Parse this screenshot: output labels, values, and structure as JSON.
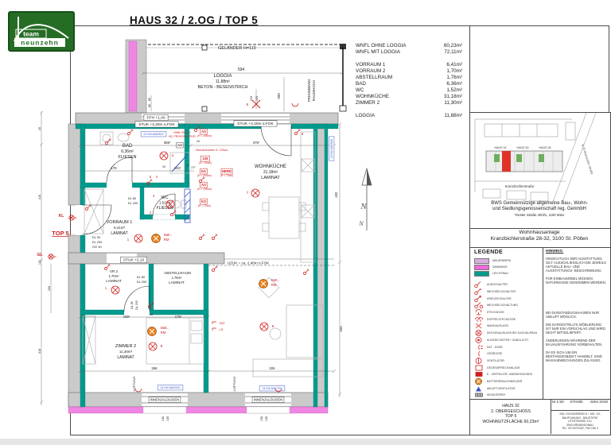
{
  "logo": {
    "team": "team",
    "neunzehn": "neunzehn"
  },
  "title": "HAUS 32 / 2.OG / TOP 5",
  "room_list": {
    "rows": [
      {
        "label": "WNFL OHNE LOGGIA",
        "value": "60,23m²"
      },
      {
        "label": "WNFL MIT LOGGIA",
        "value": "72,11m²",
        "gap_after": true
      },
      {
        "label": "VORRAUM 1",
        "value": "6,41m²"
      },
      {
        "label": "VORRAUM 2",
        "value": "1,70m²"
      },
      {
        "label": "ABSTELLRAUM",
        "value": "1,76m²"
      },
      {
        "label": "BAD",
        "value": "6,36m²"
      },
      {
        "label": "WC",
        "value": "1,52m²"
      },
      {
        "label": "WOHNKÜCHE",
        "value": "31,18m²"
      },
      {
        "label": "ZIMMER 2",
        "value": "11,30m²",
        "gap_after": true
      },
      {
        "label": "LOGGIA",
        "value": "11,88m²"
      }
    ]
  },
  "site": {
    "haus_labels": [
      "HAUS 32",
      "HAUS 30",
      "HAUS 28"
    ],
    "street": "Kranzbichlerstraße",
    "road": "B 20 Mariazeller Straße",
    "company": [
      "BWS Gemeinnützige allgemeine Bau-, Wohn-",
      "und Siedlungsgenossenschaft reg. GenmbH",
      "Triester Straße 40/3/1, 1100 Wien"
    ],
    "project": [
      "Wohnhausanlage",
      "Kranzbichlerstraße 28-32, 3100 St. Pölten"
    ]
  },
  "legend": {
    "heading": "LEGENDE",
    "swatches": [
      {
        "label": "MAUERWERK",
        "color": "#d9aee0"
      },
      {
        "label": "DÄMMUNG",
        "color": "#ef6bdc"
      },
      {
        "label": "LEICHTBAU",
        "color": "#009b8e"
      }
    ],
    "symbols": [
      {
        "icon": "switch-icon",
        "label": "AUSSCHALTER"
      },
      {
        "icon": "changeover-switch-icon",
        "label": "WECHSELSCHALTER"
      },
      {
        "icon": "cross-switch-icon",
        "label": "KREUZSCHALTER"
      },
      {
        "icon": "two-way-switch-icon",
        "label": "WECHSELSCHALTUNG"
      },
      {
        "icon": "socket-icon",
        "label": "STECKDOSE"
      },
      {
        "icon": "double-socket-icon",
        "label": "DOPPELSTECKDOSE"
      },
      {
        "icon": "wall-outlet-icon",
        "label": "WANDAUSLASS"
      },
      {
        "icon": "ceiling-outlet-icon",
        "label": "DECKENAUSLASS BEI DACHAUFBAU"
      },
      {
        "icon": "bell-icon",
        "label": "KLINGELTASTER / GANGLICHT"
      },
      {
        "icon": "sat-socket-icon",
        "label": "SAT - DOSE"
      },
      {
        "icon": "empty-socket-icon",
        "label": "LEERDOSE"
      },
      {
        "icon": "fan-icon",
        "label": "VENTILATOR"
      },
      {
        "icon": "intercom-icon",
        "label": "GEGENSPRECHANLAGE"
      },
      {
        "icon": "distributor-icon",
        "label": "E - VERTEILER / ABZWEIGDOSEN"
      },
      {
        "icon": "smoke-detector-icon",
        "label": "BATTERIERAUCHMELDER"
      },
      {
        "icon": "exhaust-fan-icon",
        "label": "ABLUFTVENTILATOR"
      },
      {
        "icon": "radiator-icon",
        "label": "HEIZKÖRPER"
      }
    ]
  },
  "hinweis": {
    "heading": "HINWEIS:",
    "paragraphs": [
      "HINSICHTLICH DER AUSSTATTUNG GILT AUSSCHLIESSLICH DIE JEWEILS AKTUELLE BAU- UND AUSSTATTUNGS- BESCHREIBUNG.",
      "FÜR EINBAUMÖBEL MÜSSEN NATURMASSE GENOMMEN WERDEN.",
      "BEI DUNSTABZUGSHAUBEN NUR UMLUFT MÖGLICH.",
      "DIE DARGESTELLTE MÖBLIERUNG IST NUR EIN VORSCHLAG UND WIRD NICHT MITGELIEFERT.",
      "ÄNDERUNGEN WÄHREND DER BAUAUSFÜHRUNG VORBEHALTEN.",
      "DA ES SICH UM EIN BESTANDSOBJEKT HANDELT, SIND MASSABWEICHUNGEN ZULÄSSIG."
    ]
  },
  "title_block": {
    "left": [
      "HAUS 32",
      "2. OBERGESCHOSS",
      "TOP 5",
      "WOHNNUTZFLÄCHE  60,23m²"
    ],
    "scale": "M 1:50",
    "stand_label": "STAND:",
    "stand_value": "JUNI 2019",
    "firm": [
      "ING. SCHODERBÖCK + MG. OG",
      "BAUPLANUNG - BAUSTATIK",
      "UTZSTRASSE 11/1",
      "3500 KREMS/DONAU",
      "TEL. 02732/70187, FAX DW 4"
    ]
  },
  "plan": {
    "texts": [
      [
        "GELÄNDER H=110",
        298,
        62,
        5.5,
        ""
      ],
      [
        "594",
        303,
        89,
        5,
        ""
      ],
      [
        "LOGGIA",
        280,
        97,
        6,
        ""
      ],
      [
        "11,88m²",
        280,
        104,
        5,
        ""
      ],
      [
        "BETON - BESENSTRICH",
        280,
        111,
        5.5,
        ""
      ],
      [
        "200",
        352,
        121,
        4.5,
        "v"
      ],
      [
        "243",
        317,
        124,
        3.8,
        "v"
      ],
      [
        "220",
        324,
        124,
        3.8,
        "v"
      ],
      [
        "6",
        311,
        133,
        4.8,
        "r"
      ],
      [
        "80",
        189,
        125,
        3.8,
        "v"
      ],
      [
        "80",
        189,
        133,
        3.8,
        "v"
      ],
      [
        "TRENNWAND",
        390,
        114,
        4.5,
        "v"
      ],
      [
        "RAUMHOCH",
        396,
        114,
        4.5,
        "v"
      ],
      [
        "FPH +1,40",
        196,
        149.5,
        4.8,
        "x"
      ],
      [
        "STUK +2,20m ü.FOK",
        197,
        158,
        4.8,
        "x"
      ],
      [
        "STUK +2,20m ü.FOK",
        321,
        157,
        4.8,
        "x"
      ],
      [
        "21YW-600/520",
        193,
        170,
        3.8,
        "B"
      ],
      [
        "HWB SSD1 +",
        229,
        168,
        3.6,
        "r"
      ],
      [
        "wg. Fliesenanschluss",
        229,
        172.5,
        3.6,
        "r"
      ],
      [
        "WB",
        226,
        184,
        4,
        "x"
      ],
      [
        "BAD",
        160,
        185,
        6,
        ""
      ],
      [
        "6,36m²",
        160,
        192,
        5,
        ""
      ],
      [
        "FLIESEN",
        160,
        199,
        5.5,
        ""
      ],
      [
        "4",
        217,
        197,
        4.8,
        "r"
      ],
      [
        "369¹",
        210,
        181,
        4.3,
        ""
      ],
      [
        "10",
        249,
        179,
        3.8,
        ""
      ],
      [
        "375¹",
        322,
        181,
        4.3,
        ""
      ],
      [
        "179",
        143,
        213,
        4.3,
        ""
      ],
      [
        "10",
        206,
        211,
        3.8,
        ""
      ],
      [
        "143¹",
        223,
        213,
        4.3,
        ""
      ],
      [
        "7¹",
        236,
        210,
        3.6,
        ""
      ],
      [
        "27¹",
        243,
        212,
        3.6,
        ""
      ],
      [
        "5",
        189,
        224,
        4.3,
        "r"
      ],
      [
        "4",
        197,
        224,
        4.3,
        "r"
      ],
      [
        "WC",
        207,
        250,
        5.5,
        ""
      ],
      [
        "1,52m²",
        207,
        256.5,
        4.5,
        ""
      ],
      [
        "FLIESEN",
        207,
        263,
        5,
        ""
      ],
      [
        "3",
        193,
        248,
        4.3,
        "r"
      ],
      [
        "3",
        189,
        269,
        4.3,
        "r"
      ],
      [
        "DL 80",
        166,
        251,
        3.9,
        ""
      ],
      [
        "DL 200",
        167,
        257,
        3.9,
        ""
      ],
      [
        "VORRAUM 1",
        150,
        281,
        5.5,
        ""
      ],
      [
        "6,41m²",
        150,
        288,
        4.5,
        ""
      ],
      [
        "LAMINAT",
        150,
        295,
        5,
        ""
      ],
      [
        "1",
        161,
        303,
        4.3,
        "r"
      ],
      [
        "Batt..",
        211,
        297,
        4.3,
        "r"
      ],
      [
        "RM",
        209,
        303,
        4.3,
        "r"
      ],
      [
        "DL 90",
        121,
        300,
        3.9,
        ""
      ],
      [
        "DL 200",
        122,
        306,
        3.9,
        ""
      ],
      [
        "EI2 30",
        122,
        312,
        3.9,
        ""
      ],
      [
        "KL",
        77,
        273,
        5,
        "rw"
      ],
      [
        "TOP 5",
        76,
        296,
        7.5,
        "rwu"
      ],
      [
        "GL",
        50,
        322,
        5,
        "rw"
      ],
      [
        "STUK +2,10",
        168,
        328.5,
        4.8,
        "x"
      ],
      [
        "UZUK = ca. 2,40m ü.FOK",
        312,
        332.5,
        4.6,
        ""
      ],
      [
        "WOHNKÜCHE",
        340,
        211,
        6,
        ""
      ],
      [
        "31,18m²",
        340,
        218,
        5,
        ""
      ],
      [
        "LAMINAT",
        340,
        225,
        5.5,
        ""
      ],
      [
        "7",
        311,
        244,
        4.8,
        "r"
      ],
      [
        "6",
        380,
        170,
        4.3,
        "r"
      ],
      [
        "AS",
        256,
        167,
        4.3,
        "R"
      ],
      [
        "(H = 105cm)",
        257,
        172,
        3.3,
        "r"
      ],
      [
        "Steckdosenleiste H = 205cm",
        266,
        190,
        3.2,
        "r"
      ],
      [
        "126",
        258,
        201,
        4.3,
        "R"
      ],
      [
        "(H = 90cm)",
        258,
        206,
        3.3,
        "r"
      ],
      [
        "DA",
        256,
        217,
        4.3,
        "R"
      ],
      [
        "(H = 200cm)",
        257,
        222,
        3.3,
        "r"
      ],
      [
        "HERD",
        285,
        217,
        4.3,
        "R"
      ],
      [
        "(H = 70cm)",
        285,
        222,
        3.3,
        "r"
      ],
      [
        "AS",
        256,
        234,
        4.3,
        "R"
      ],
      [
        "(H = 105cm)",
        257,
        239,
        3.3,
        "r"
      ],
      [
        "KS",
        256,
        255,
        4.3,
        "R"
      ],
      [
        "(H = 70cm)",
        257,
        260,
        3.3,
        "r"
      ],
      [
        "21YW-600/520",
        418,
        187,
        3.6,
        "Bv"
      ],
      [
        "432",
        424,
        245,
        4.3,
        "v"
      ],
      [
        "Batt..",
        346,
        354,
        4.3,
        "r"
      ],
      [
        "RM",
        344,
        360,
        4.3,
        "r"
      ],
      [
        "8",
        343,
        412,
        4.8,
        "r"
      ],
      [
        "SAT",
        279,
        408,
        3.9,
        "r"
      ],
      [
        "LD",
        278,
        416,
        3.9,
        "r"
      ],
      [
        "433",
        430,
        414,
        4.3,
        "v"
      ],
      [
        "VR 2",
        143,
        343,
        4.6,
        ""
      ],
      [
        "1,70m²",
        143,
        349,
        4.2,
        ""
      ],
      [
        "LAMINAT",
        143,
        355,
        4.6,
        ""
      ],
      [
        "1",
        133,
        364,
        4.3,
        "r"
      ],
      [
        "DL 80",
        177,
        350,
        3.9,
        ""
      ],
      [
        "DL 200",
        178,
        356,
        3.9,
        ""
      ],
      [
        "ABSTELLRAUM",
        223,
        345,
        4.6,
        ""
      ],
      [
        "1,76m²",
        222,
        351,
        4.2,
        ""
      ],
      [
        "LAMINAT",
        222,
        357,
        4.6,
        ""
      ],
      [
        "ZIMMER 2",
        158,
        437,
        5.5,
        ""
      ],
      [
        "11,30m²",
        158,
        444,
        4.5,
        ""
      ],
      [
        "LAMINAT",
        158,
        451,
        5,
        ""
      ],
      [
        "Batt..",
        207,
        414,
        4.3,
        "r"
      ],
      [
        "RM",
        205,
        420,
        4.3,
        "r"
      ],
      [
        "9",
        203,
        437,
        4.8,
        "r"
      ],
      [
        "169¹",
        159,
        400,
        4.3,
        ""
      ],
      [
        "10",
        190,
        397,
        3.8,
        ""
      ],
      [
        "175¹",
        224,
        400,
        4.3,
        ""
      ],
      [
        "DL 80",
        167,
        384,
        3.7,
        "v"
      ],
      [
        "DL 200",
        173,
        384,
        3.7,
        "v"
      ],
      [
        "358",
        194,
        465,
        4.3,
        ""
      ],
      [
        "326",
        342,
        465,
        4.3,
        ""
      ],
      [
        "LÜFTUNG",
        170,
        483,
        4,
        "v"
      ],
      [
        "LÜFTUNG",
        296,
        483,
        4,
        "v"
      ],
      [
        "21YW 600/520",
        214,
        489,
        3.8,
        "B"
      ],
      [
        "21YW 600/720",
        342,
        490,
        3.8,
        "B"
      ],
      [
        "INNENJALOUSIEN",
        207,
        504.5,
        4.2,
        "x"
      ],
      [
        "INNENJALOUSIEN",
        337,
        504.5,
        4.2,
        "x"
      ],
      [
        "130",
        206,
        527,
        3.8,
        "v"
      ],
      [
        "130",
        212,
        527,
        3.8,
        "v"
      ],
      [
        "130",
        330,
        527,
        3.8,
        "v"
      ],
      [
        "130",
        336,
        527,
        3.8,
        "v"
      ],
      [
        "40",
        51,
        162,
        3.8,
        "v"
      ],
      [
        "416",
        51,
        248,
        3.8,
        "v"
      ],
      [
        "131",
        51,
        330,
        3.8,
        "v"
      ],
      [
        "233",
        63,
        363,
        3.8,
        "v"
      ],
      [
        "318",
        51,
        442,
        3.8,
        "v"
      ],
      [
        "N",
        457,
        263,
        11,
        "i"
      ],
      [
        "N",
        454,
        284,
        8,
        "i"
      ]
    ],
    "ceiling_lights": [
      [
        174,
        300
      ],
      [
        145,
        365
      ],
      [
        214,
        257
      ],
      [
        206,
        196
      ],
      [
        321,
        243
      ],
      [
        332,
        411
      ],
      [
        192,
        436
      ]
    ],
    "x_lights": [
      [
        322,
        131
      ]
    ],
    "wall_lights": [
      [
        90,
        274
      ],
      [
        64,
        323
      ]
    ],
    "smoke_detectors": [
      [
        196,
        300
      ],
      [
        331,
        357
      ],
      [
        191,
        417
      ]
    ],
    "switches": [
      [
        109,
        263
      ],
      [
        186,
        231
      ],
      [
        246,
        164
      ],
      [
        372,
        168
      ],
      [
        383,
        344
      ],
      [
        268,
        340
      ],
      [
        188,
        386
      ],
      [
        216,
        270
      ],
      [
        133,
        338
      ],
      [
        252,
        300
      ],
      [
        134,
        180
      ],
      [
        162,
        168
      ],
      [
        252,
        228
      ],
      [
        268,
        300
      ]
    ],
    "sat_jacks": [
      [
        267,
        405
      ],
      [
        267,
        413
      ]
    ],
    "window_contacts": [
      [
        174,
        489
      ],
      [
        350,
        489
      ],
      [
        371,
        130
      ]
    ]
  },
  "colors": {
    "teal": "#009b8e",
    "masonry_pink": "#ef86e3",
    "red": "#cf1f1f",
    "orange": "#e8821e",
    "blue": "#3b57c4",
    "wall_gray": "#cacaca",
    "logo_green": "#256d24",
    "site_red": "#e03328",
    "site_green": "#6fae5e"
  }
}
